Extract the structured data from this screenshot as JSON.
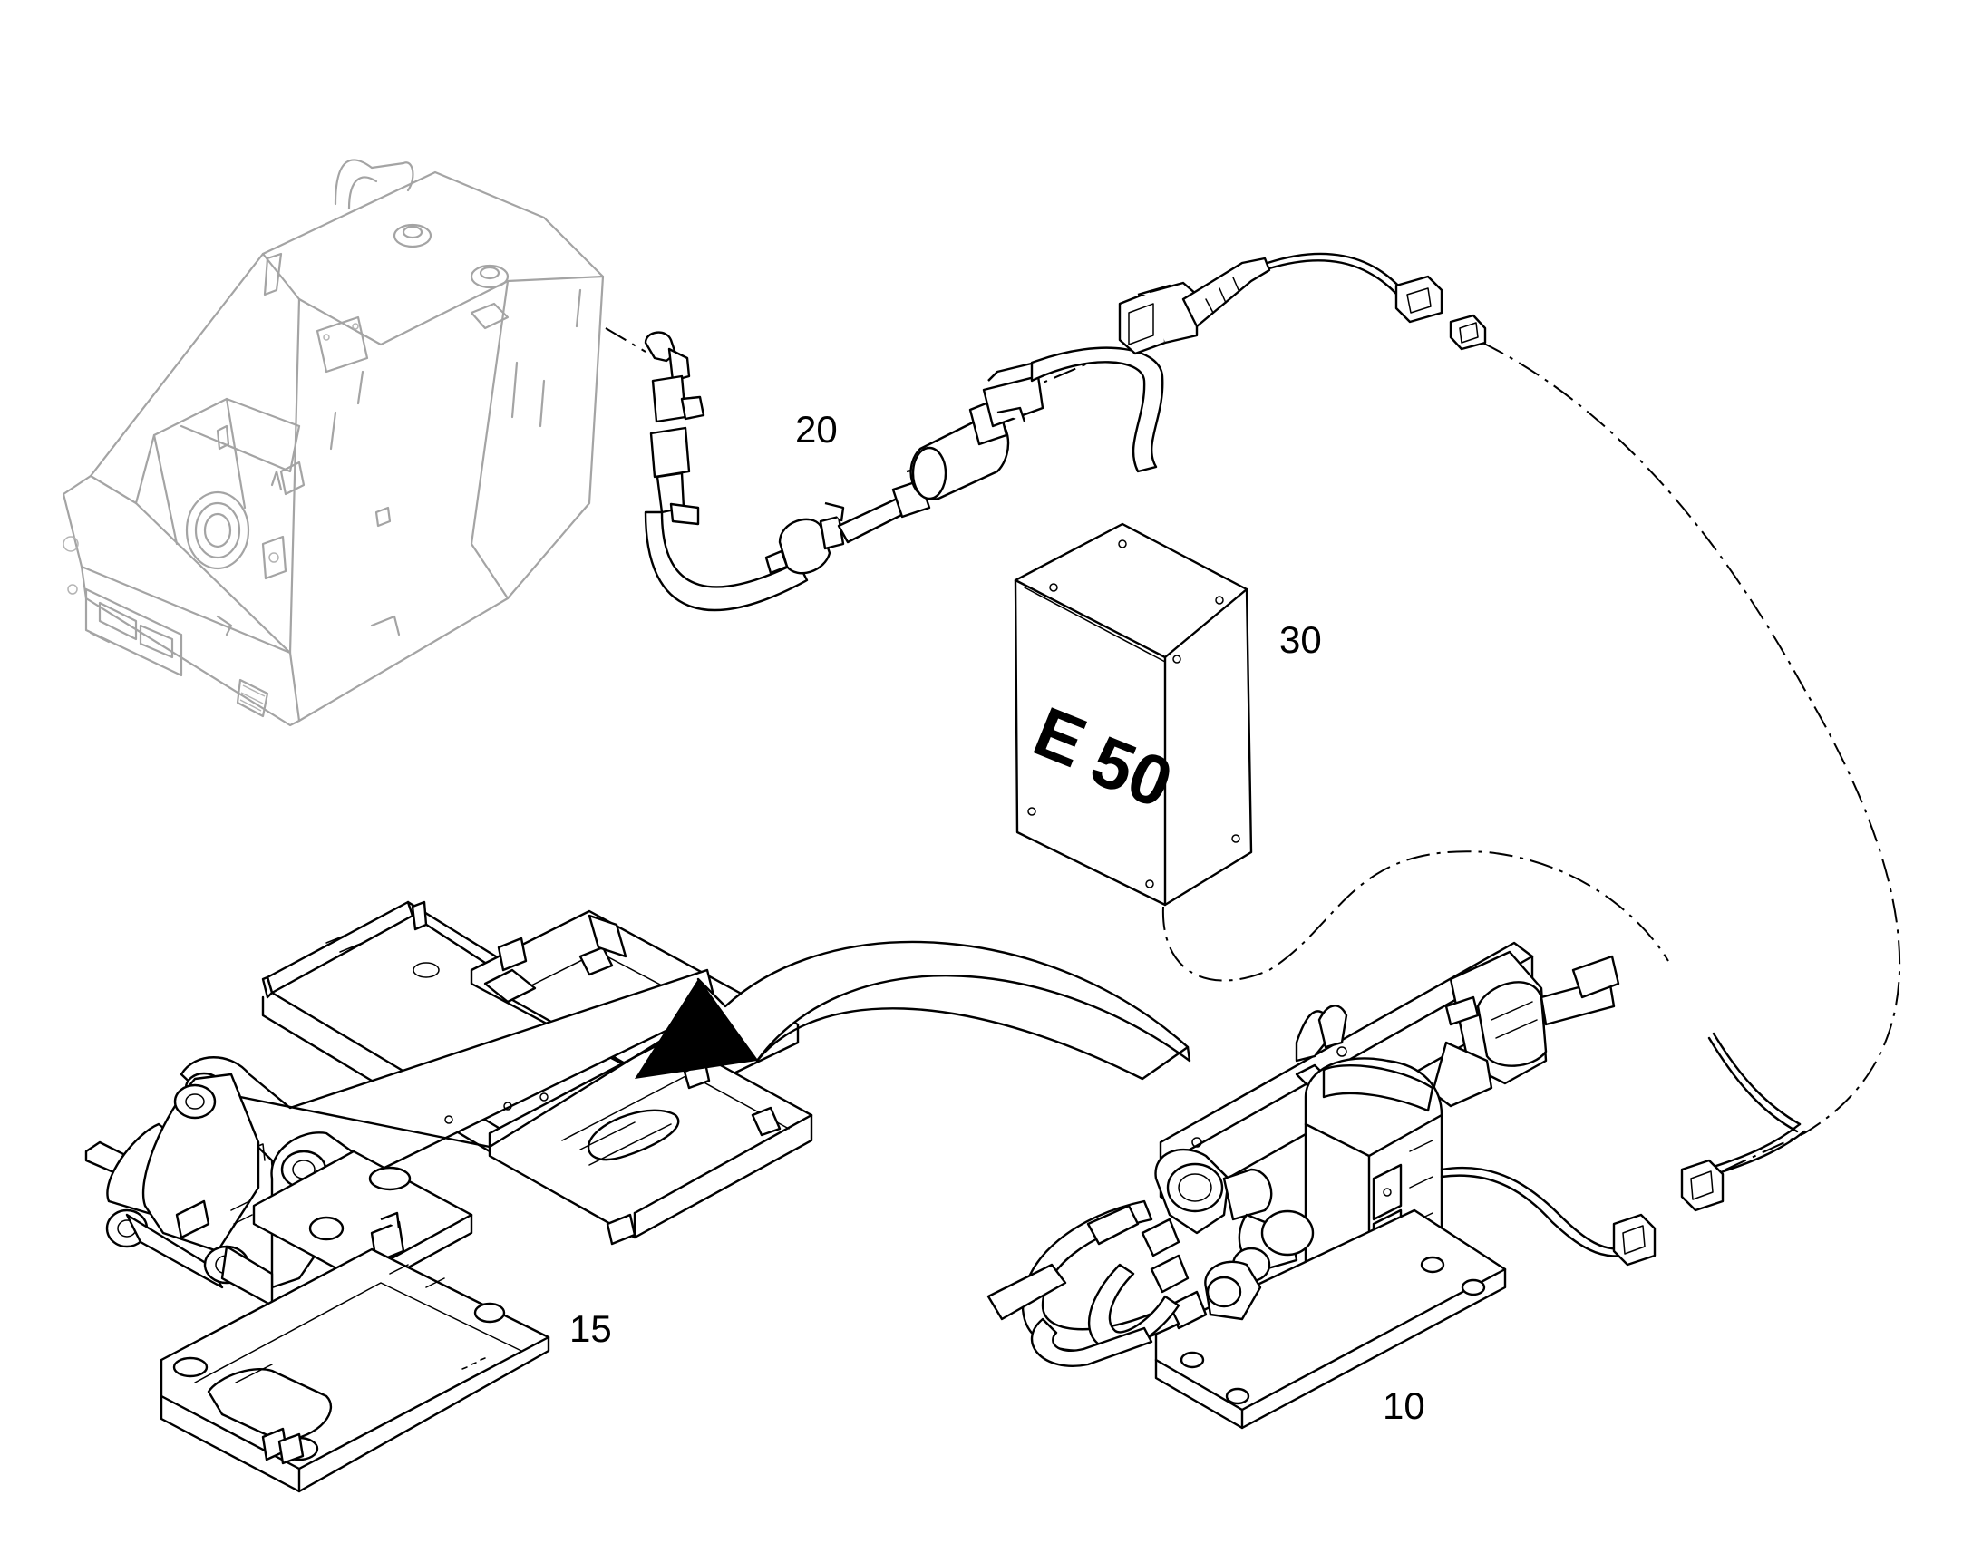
{
  "labels": {
    "part_10": "10",
    "part_15": "15",
    "part_20": "20",
    "part_30": "30"
  },
  "box_marking": {
    "line1": "E",
    "line2": "50"
  }
}
